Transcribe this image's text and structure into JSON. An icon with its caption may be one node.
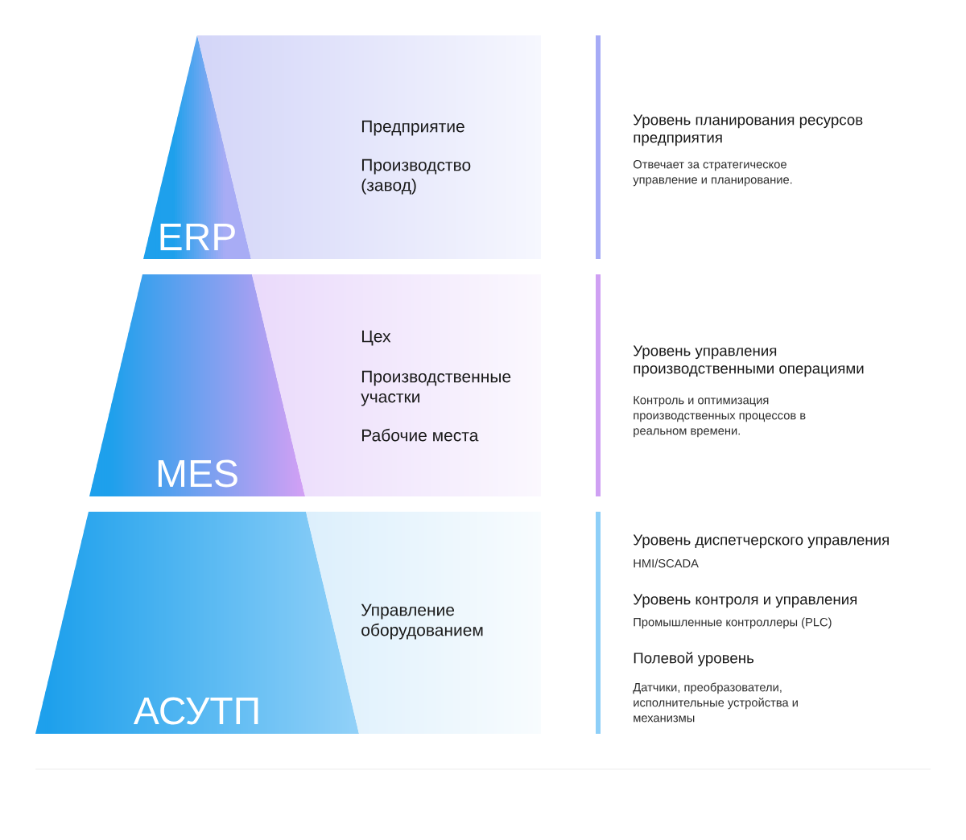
{
  "diagram": {
    "nodes": [
      {
        "text": [
          "ERP"
        ]
      },
      {
        "text": [
          "Предприятие",
          "Производство (завод)"
        ]
      },
      {
        "text": [
          "Уровень планирования ресурсов предприятия",
          "Отвечает за стратегическое управление и планирование."
        ]
      },
      {
        "text": [
          "MES"
        ]
      },
      {
        "text": [
          "Цех",
          "Производственные участки",
          "Рабочие места"
        ]
      },
      {
        "text": [
          "Уровень управления производственными операциями",
          "Контроль и оптимизация производственных процессов в реальном времени."
        ]
      },
      {
        "text": [
          "АСУТП"
        ]
      },
      {
        "text": [
          "Управление оборудованием"
        ]
      },
      {
        "text": [
          "Уровень диспетчерского управления",
          "HMI/SCADA",
          "Уровень контроля и управления",
          "Промышленные контроллеры (PLC)",
          "Полевой уровень",
          "Датчики, преобразователи, исполнительные устройства и механизмы"
        ]
      }
    ]
  }
}
